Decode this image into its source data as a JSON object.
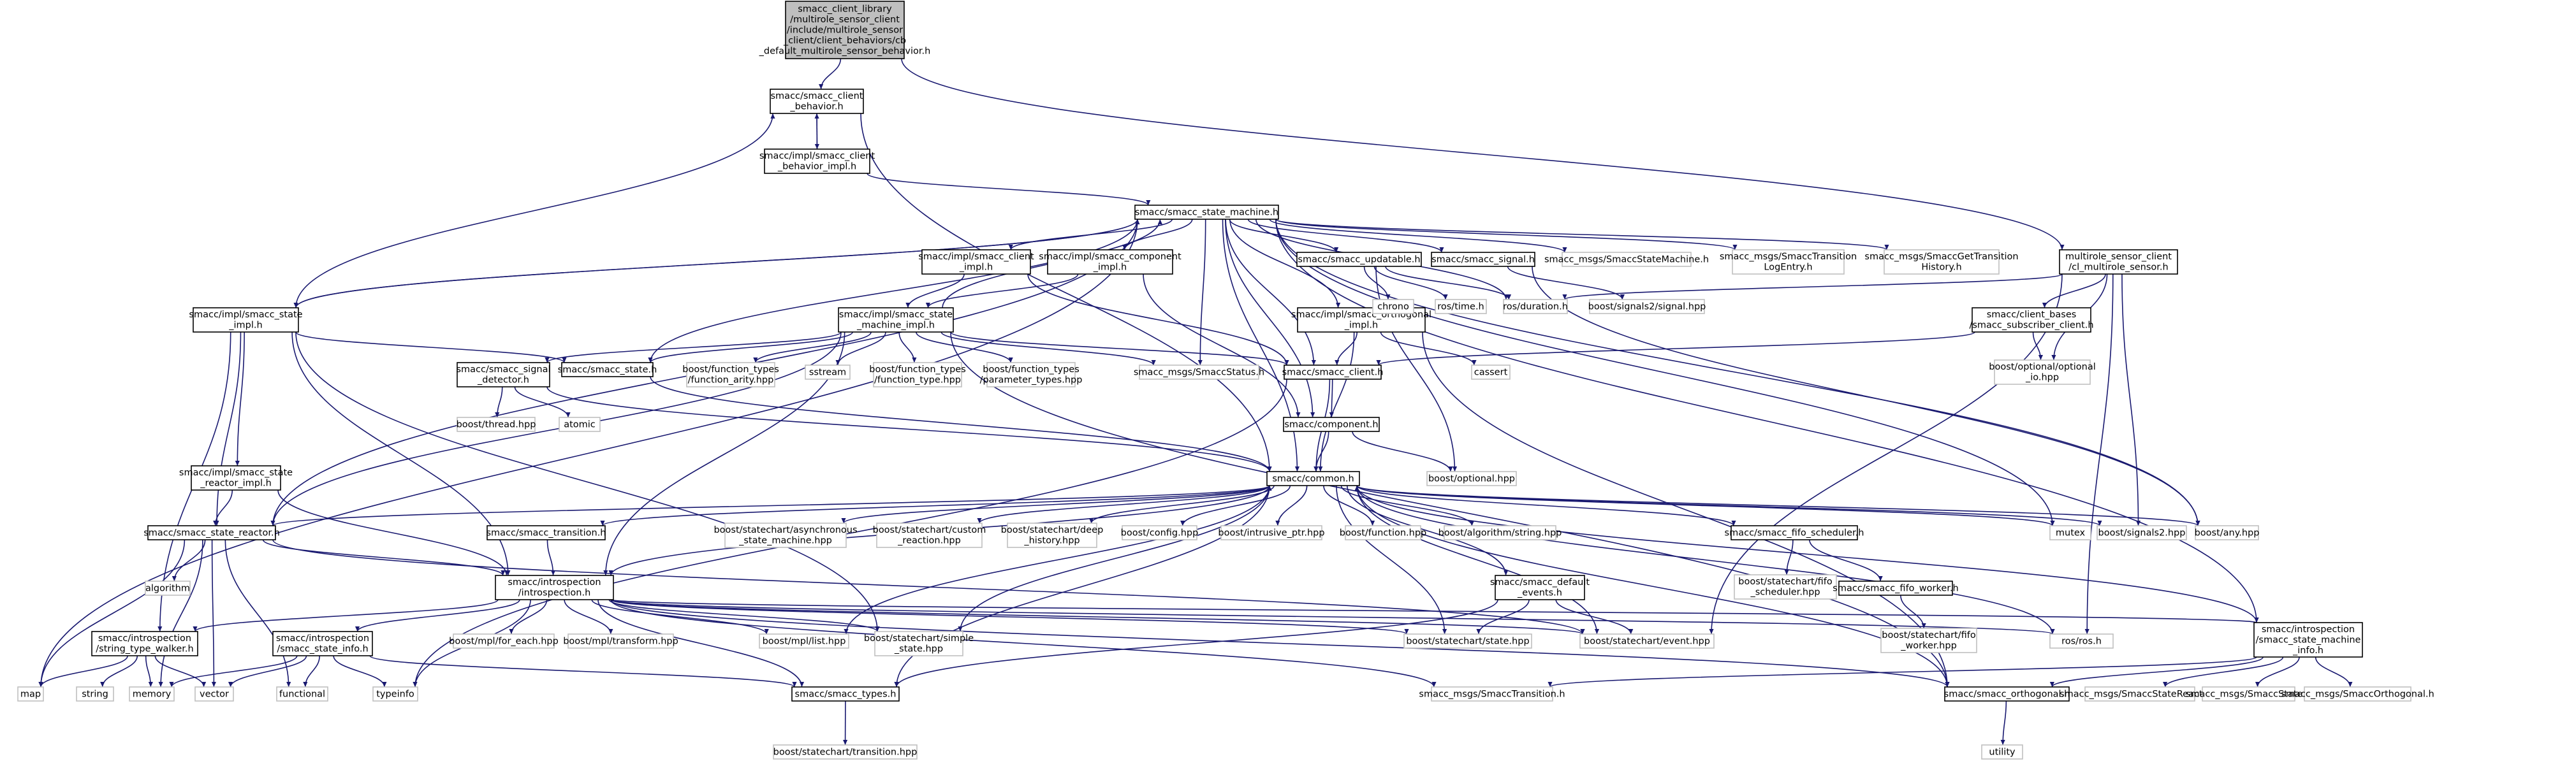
{
  "graph": {
    "nodes": [
      {
        "id": "root",
        "style": "root",
        "lines": [
          "smacc_client_library",
          "/multirole_sensor_client",
          "/include/multirole_sensor",
          "_client/client_behaviors/cb",
          "_default_multirole_sensor_behavior.h"
        ]
      },
      {
        "id": "cb",
        "style": "box",
        "lines": [
          "smacc/smacc_client",
          "_behavior.h"
        ]
      },
      {
        "id": "cbimpl",
        "style": "box",
        "lines": [
          "smacc/impl/smacc_client",
          "_behavior_impl.h"
        ]
      },
      {
        "id": "sm",
        "style": "box",
        "lines": [
          "smacc/smacc_state_machine.h"
        ]
      },
      {
        "id": "stateimpl",
        "style": "box",
        "lines": [
          "smacc/impl/smacc_state",
          "_impl.h"
        ]
      },
      {
        "id": "clientimpl",
        "style": "box",
        "lines": [
          "smacc/impl/smacc_client",
          "_impl.h"
        ]
      },
      {
        "id": "compimpl",
        "style": "box",
        "lines": [
          "smacc/impl/smacc_component",
          "_impl.h"
        ]
      },
      {
        "id": "smimpl",
        "style": "box",
        "lines": [
          "smacc/impl/smacc_state",
          "_machine_impl.h"
        ]
      },
      {
        "id": "updatable",
        "style": "box",
        "lines": [
          "smacc/smacc_updatable.h"
        ]
      },
      {
        "id": "signal",
        "style": "box",
        "lines": [
          "smacc/smacc_signal.h"
        ]
      },
      {
        "id": "orthimpl",
        "style": "box",
        "lines": [
          "smacc/impl/smacc_orthogonal",
          "_impl.h"
        ]
      },
      {
        "id": "smmachine",
        "style": "grey",
        "lines": [
          "smacc_msgs/SmaccStateMachine.h"
        ]
      },
      {
        "id": "smtrans",
        "style": "grey",
        "lines": [
          "smacc_msgs/SmaccTransition",
          "LogEntry.h"
        ]
      },
      {
        "id": "smgettrans",
        "style": "grey",
        "lines": [
          "smacc_msgs/SmaccGetTransition",
          "History.h"
        ]
      },
      {
        "id": "msclient",
        "style": "box",
        "lines": [
          "multirole_sensor_client",
          "/cl_multirole_sensor.h"
        ]
      },
      {
        "id": "chrono",
        "style": "grey",
        "lines": [
          "chrono"
        ]
      },
      {
        "id": "rostime",
        "style": "grey",
        "lines": [
          "ros/time.h"
        ]
      },
      {
        "id": "rosduration",
        "style": "grey",
        "lines": [
          "ros/duration.h"
        ]
      },
      {
        "id": "boostsig2sig",
        "style": "grey",
        "lines": [
          "boost/signals2/signal.hpp"
        ]
      },
      {
        "id": "subscriber",
        "style": "box",
        "lines": [
          "smacc/client_bases",
          "/smacc_subscriber_client.h"
        ]
      },
      {
        "id": "sigdetector",
        "style": "box",
        "lines": [
          "smacc/smacc_signal",
          "_detector.h"
        ]
      },
      {
        "id": "smaccstate",
        "style": "box",
        "lines": [
          "smacc/smacc_state.h"
        ]
      },
      {
        "id": "ftarity",
        "style": "grey",
        "lines": [
          "boost/function_types",
          "/function_arity.hpp"
        ]
      },
      {
        "id": "sstream",
        "style": "grey",
        "lines": [
          "sstream"
        ]
      },
      {
        "id": "fttype",
        "style": "grey",
        "lines": [
          "boost/function_types",
          "/function_type.hpp"
        ]
      },
      {
        "id": "ftparam",
        "style": "grey",
        "lines": [
          "boost/function_types",
          "/parameter_types.hpp"
        ]
      },
      {
        "id": "smstatus",
        "style": "grey",
        "lines": [
          "smacc_msgs/SmaccStatus.h"
        ]
      },
      {
        "id": "smaccclient",
        "style": "box",
        "lines": [
          "smacc/smacc_client.h"
        ]
      },
      {
        "id": "cassert",
        "style": "grey",
        "lines": [
          "cassert"
        ]
      },
      {
        "id": "optio",
        "style": "grey",
        "lines": [
          "boost/optional/optional",
          "_io.hpp"
        ]
      },
      {
        "id": "bthread",
        "style": "grey",
        "lines": [
          "boost/thread.hpp"
        ]
      },
      {
        "id": "atomic",
        "style": "grey",
        "lines": [
          "atomic"
        ]
      },
      {
        "id": "component",
        "style": "box",
        "lines": [
          "smacc/component.h"
        ]
      },
      {
        "id": "boptional",
        "style": "grey",
        "lines": [
          "boost/optional.hpp"
        ]
      },
      {
        "id": "reactorimpl",
        "style": "box",
        "lines": [
          "smacc/impl/smacc_state",
          "_reactor_impl.h"
        ]
      },
      {
        "id": "common",
        "style": "box",
        "lines": [
          "smacc/common.h"
        ]
      },
      {
        "id": "reactor",
        "style": "box",
        "lines": [
          "smacc/smacc_state_reactor.h"
        ]
      },
      {
        "id": "transition",
        "style": "box",
        "lines": [
          "smacc/smacc_transition.h"
        ]
      },
      {
        "id": "asyncsm",
        "style": "grey",
        "lines": [
          "boost/statechart/asynchronous",
          "_state_machine.hpp"
        ]
      },
      {
        "id": "customreact",
        "style": "grey",
        "lines": [
          "boost/statechart/custom",
          "_reaction.hpp"
        ]
      },
      {
        "id": "deephist",
        "style": "grey",
        "lines": [
          "boost/statechart/deep",
          "_history.hpp"
        ]
      },
      {
        "id": "bconfig",
        "style": "grey",
        "lines": [
          "boost/config.hpp"
        ]
      },
      {
        "id": "intrusive",
        "style": "grey",
        "lines": [
          "boost/intrusive_ptr.hpp"
        ]
      },
      {
        "id": "bfunction",
        "style": "grey",
        "lines": [
          "boost/function.hpp"
        ]
      },
      {
        "id": "balgo",
        "style": "grey",
        "lines": [
          "boost/algorithm/string.hpp"
        ]
      },
      {
        "id": "fifosched",
        "style": "box",
        "lines": [
          "smacc/smacc_fifo_scheduler.h"
        ]
      },
      {
        "id": "mutex",
        "style": "grey",
        "lines": [
          "mutex"
        ]
      },
      {
        "id": "bsignals2",
        "style": "grey",
        "lines": [
          "boost/signals2.hpp"
        ]
      },
      {
        "id": "bany",
        "style": "grey",
        "lines": [
          "boost/any.hpp"
        ]
      },
      {
        "id": "algorithm",
        "style": "grey",
        "lines": [
          "algorithm"
        ]
      },
      {
        "id": "introspection",
        "style": "box",
        "lines": [
          "smacc/introspection",
          "/introspection.h"
        ]
      },
      {
        "id": "defevents",
        "style": "box",
        "lines": [
          "smacc/smacc_default",
          "_events.h"
        ]
      },
      {
        "id": "fifoschedhpp",
        "style": "grey",
        "lines": [
          "boost/statechart/fifo",
          "_scheduler.hpp"
        ]
      },
      {
        "id": "fifoworker",
        "style": "box",
        "lines": [
          "smacc/smacc_fifo_worker.h"
        ]
      },
      {
        "id": "stwalker",
        "style": "box",
        "lines": [
          "smacc/introspection",
          "/string_type_walker.h"
        ]
      },
      {
        "id": "stateinfo",
        "style": "box",
        "lines": [
          "smacc/introspection",
          "/smacc_state_info.h"
        ]
      },
      {
        "id": "mplforeach",
        "style": "grey",
        "lines": [
          "boost/mpl/for_each.hpp"
        ]
      },
      {
        "id": "mpltransform",
        "style": "grey",
        "lines": [
          "boost/mpl/transform.hpp"
        ]
      },
      {
        "id": "mpllist",
        "style": "grey",
        "lines": [
          "boost/mpl/list.hpp"
        ]
      },
      {
        "id": "simplestate",
        "style": "grey",
        "lines": [
          "boost/statechart/simple",
          "_state.hpp"
        ]
      },
      {
        "id": "stateh",
        "style": "grey",
        "lines": [
          "boost/statechart/state.hpp"
        ]
      },
      {
        "id": "eventh",
        "style": "grey",
        "lines": [
          "boost/statechart/event.hpp"
        ]
      },
      {
        "id": "fifoworkerhpp",
        "style": "grey",
        "lines": [
          "boost/statechart/fifo",
          "_worker.hpp"
        ]
      },
      {
        "id": "rosh",
        "style": "grey",
        "lines": [
          "ros/ros.h"
        ]
      },
      {
        "id": "smmachineinfo",
        "style": "box",
        "lines": [
          "smacc/introspection",
          "/smacc_state_machine",
          "_info.h"
        ]
      },
      {
        "id": "map",
        "style": "grey",
        "lines": [
          "map"
        ]
      },
      {
        "id": "string",
        "style": "grey",
        "lines": [
          "string"
        ]
      },
      {
        "id": "memory",
        "style": "grey",
        "lines": [
          "memory"
        ]
      },
      {
        "id": "vector",
        "style": "grey",
        "lines": [
          "vector"
        ]
      },
      {
        "id": "functional",
        "style": "grey",
        "lines": [
          "functional"
        ]
      },
      {
        "id": "typeinfo",
        "style": "grey",
        "lines": [
          "typeinfo"
        ]
      },
      {
        "id": "smacctypes",
        "style": "box",
        "lines": [
          "smacc/smacc_types.h"
        ]
      },
      {
        "id": "smtransition",
        "style": "grey",
        "lines": [
          "smacc_msgs/SmaccTransition.h"
        ]
      },
      {
        "id": "orthogonal",
        "style": "box",
        "lines": [
          "smacc/smacc_orthogonal.h"
        ]
      },
      {
        "id": "smreactor",
        "style": "grey",
        "lines": [
          "smacc_msgs/SmaccStateReactor.h"
        ]
      },
      {
        "id": "smstate",
        "style": "grey",
        "lines": [
          "smacc_msgs/SmaccState.h"
        ]
      },
      {
        "id": "smorth",
        "style": "grey",
        "lines": [
          "smacc_msgs/SmaccOrthogonal.h"
        ]
      },
      {
        "id": "transitionhpp",
        "style": "grey",
        "lines": [
          "boost/statechart/transition.hpp"
        ]
      },
      {
        "id": "utility",
        "style": "grey",
        "lines": [
          "utility"
        ]
      }
    ],
    "edges": [
      [
        "root",
        "cb"
      ],
      [
        "root",
        "msclient"
      ],
      [
        "cb",
        "cbimpl"
      ],
      [
        "cbimpl",
        "cb"
      ],
      [
        "cbimpl",
        "sm"
      ],
      [
        "cb",
        "common"
      ],
      [
        "sm",
        "stateimpl"
      ],
      [
        "stateimpl",
        "sm"
      ],
      [
        "stateimpl",
        "cb"
      ],
      [
        "sm",
        "clientimpl"
      ],
      [
        "sm",
        "compimpl"
      ],
      [
        "sm",
        "updatable"
      ],
      [
        "sm",
        "signal"
      ],
      [
        "sm",
        "smmachine"
      ],
      [
        "sm",
        "smtrans"
      ],
      [
        "sm",
        "smgettrans"
      ],
      [
        "sm",
        "orthimpl"
      ],
      [
        "sm",
        "smaccstate"
      ],
      [
        "sm",
        "smstatus"
      ],
      [
        "sm",
        "smaccclient"
      ],
      [
        "sm",
        "component"
      ],
      [
        "sm",
        "common"
      ],
      [
        "sm",
        "bany"
      ],
      [
        "sm",
        "mutex"
      ],
      [
        "sm",
        "rosduration"
      ],
      [
        "sm",
        "smmachineinfo"
      ],
      [
        "sm",
        "map"
      ],
      [
        "sm",
        "reactor"
      ],
      [
        "clientimpl",
        "smimpl"
      ],
      [
        "clientimpl",
        "smaccclient"
      ],
      [
        "compimpl",
        "smimpl"
      ],
      [
        "compimpl",
        "component"
      ],
      [
        "smimpl",
        "sm"
      ],
      [
        "smimpl",
        "sigdetector"
      ],
      [
        "smimpl",
        "smaccstate"
      ],
      [
        "smimpl",
        "ftarity"
      ],
      [
        "smimpl",
        "sstream"
      ],
      [
        "smimpl",
        "fttype"
      ],
      [
        "smimpl",
        "ftparam"
      ],
      [
        "smimpl",
        "smstatus"
      ],
      [
        "smimpl",
        "smaccclient"
      ],
      [
        "smimpl",
        "orthogonal"
      ],
      [
        "smimpl",
        "reactor"
      ],
      [
        "smimpl",
        "introspection"
      ],
      [
        "updatable",
        "chrono"
      ],
      [
        "updatable",
        "rostime"
      ],
      [
        "updatable",
        "rosduration"
      ],
      [
        "updatable",
        "boptional"
      ],
      [
        "signal",
        "boostsig2sig"
      ],
      [
        "signal",
        "bany"
      ],
      [
        "orthimpl",
        "smaccclient"
      ],
      [
        "orthimpl",
        "cassert"
      ],
      [
        "orthimpl",
        "common"
      ],
      [
        "orthimpl",
        "orthogonal"
      ],
      [
        "msclient",
        "subscriber"
      ],
      [
        "msclient",
        "optio"
      ],
      [
        "msclient",
        "rosduration"
      ],
      [
        "msclient",
        "bsignals2"
      ],
      [
        "msclient",
        "rosh"
      ],
      [
        "msclient",
        "eventh"
      ],
      [
        "subscriber",
        "smaccclient"
      ],
      [
        "subscriber",
        "optio"
      ],
      [
        "stateimpl",
        "smaccstate"
      ],
      [
        "stateimpl",
        "reactorimpl"
      ],
      [
        "stateimpl",
        "stwalker"
      ],
      [
        "stateimpl",
        "introspection"
      ],
      [
        "stateimpl",
        "simplestate"
      ],
      [
        "stateimpl",
        "reactor"
      ],
      [
        "sigdetector",
        "bthread"
      ],
      [
        "sigdetector",
        "atomic"
      ],
      [
        "sigdetector",
        "common"
      ],
      [
        "smaccstate",
        "common"
      ],
      [
        "smaccclient",
        "common"
      ],
      [
        "smaccclient",
        "component"
      ],
      [
        "smaccclient",
        "typeinfo"
      ],
      [
        "component",
        "common"
      ],
      [
        "component",
        "boptional"
      ],
      [
        "reactorimpl",
        "reactor"
      ],
      [
        "reactorimpl",
        "introspection"
      ],
      [
        "common",
        "transition"
      ],
      [
        "common",
        "asyncsm"
      ],
      [
        "common",
        "customreact"
      ],
      [
        "common",
        "deephist"
      ],
      [
        "common",
        "bconfig"
      ],
      [
        "common",
        "intrusive"
      ],
      [
        "common",
        "bfunction"
      ],
      [
        "common",
        "balgo"
      ],
      [
        "common",
        "fifosched"
      ],
      [
        "common",
        "mutex"
      ],
      [
        "common",
        "bsignals2"
      ],
      [
        "common",
        "bany"
      ],
      [
        "common",
        "introspection"
      ],
      [
        "common",
        "defevents"
      ],
      [
        "common",
        "smacctypes"
      ],
      [
        "common",
        "eventh"
      ],
      [
        "common",
        "stateh"
      ],
      [
        "common",
        "simplestate"
      ],
      [
        "common",
        "mpllist"
      ],
      [
        "common",
        "rosh"
      ],
      [
        "common",
        "smmachineinfo"
      ],
      [
        "reactor",
        "common"
      ],
      [
        "reactor",
        "algorithm"
      ],
      [
        "reactor",
        "introspection"
      ],
      [
        "reactor",
        "map"
      ],
      [
        "reactor",
        "memory"
      ],
      [
        "reactor",
        "vector"
      ],
      [
        "reactor",
        "functional"
      ],
      [
        "reactor",
        "eventh"
      ],
      [
        "transition",
        "introspection"
      ],
      [
        "fifosched",
        "fifoschedhpp"
      ],
      [
        "fifosched",
        "fifoworker"
      ],
      [
        "fifoworker",
        "fifoworkerhpp"
      ],
      [
        "defevents",
        "stateh"
      ],
      [
        "defevents",
        "eventh"
      ],
      [
        "defevents",
        "smacctypes"
      ],
      [
        "introspection",
        "stwalker"
      ],
      [
        "introspection",
        "stateinfo"
      ],
      [
        "introspection",
        "mplforeach"
      ],
      [
        "introspection",
        "mpltransform"
      ],
      [
        "introspection",
        "mpllist"
      ],
      [
        "introspection",
        "simplestate"
      ],
      [
        "introspection",
        "stateh"
      ],
      [
        "introspection",
        "eventh"
      ],
      [
        "introspection",
        "rosh"
      ],
      [
        "introspection",
        "smmachineinfo"
      ],
      [
        "introspection",
        "typeinfo"
      ],
      [
        "introspection",
        "smacctypes"
      ],
      [
        "introspection",
        "smtransition"
      ],
      [
        "introspection",
        "orthogonal"
      ],
      [
        "stwalker",
        "map"
      ],
      [
        "stwalker",
        "string"
      ],
      [
        "stwalker",
        "memory"
      ],
      [
        "stwalker",
        "vector"
      ],
      [
        "stateinfo",
        "memory"
      ],
      [
        "stateinfo",
        "vector"
      ],
      [
        "stateinfo",
        "functional"
      ],
      [
        "stateinfo",
        "typeinfo"
      ],
      [
        "stateinfo",
        "smacctypes"
      ],
      [
        "smmachineinfo",
        "smtransition"
      ],
      [
        "smmachineinfo",
        "orthogonal"
      ],
      [
        "smmachineinfo",
        "smreactor"
      ],
      [
        "smmachineinfo",
        "smstate"
      ],
      [
        "smmachineinfo",
        "smorth"
      ],
      [
        "smacctypes",
        "transitionhpp"
      ],
      [
        "orthogonal",
        "common"
      ],
      [
        "orthogonal",
        "utility"
      ]
    ]
  }
}
